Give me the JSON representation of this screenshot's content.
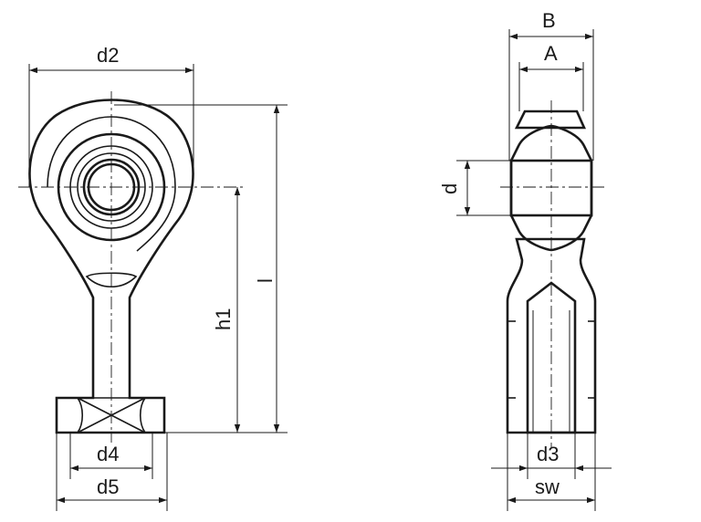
{
  "labels": {
    "d2": "d2",
    "l": "l",
    "h1": "h1",
    "d4": "d4",
    "d5": "d5",
    "B": "B",
    "A": "A",
    "d": "d",
    "d3": "d3",
    "sw": "sw"
  }
}
